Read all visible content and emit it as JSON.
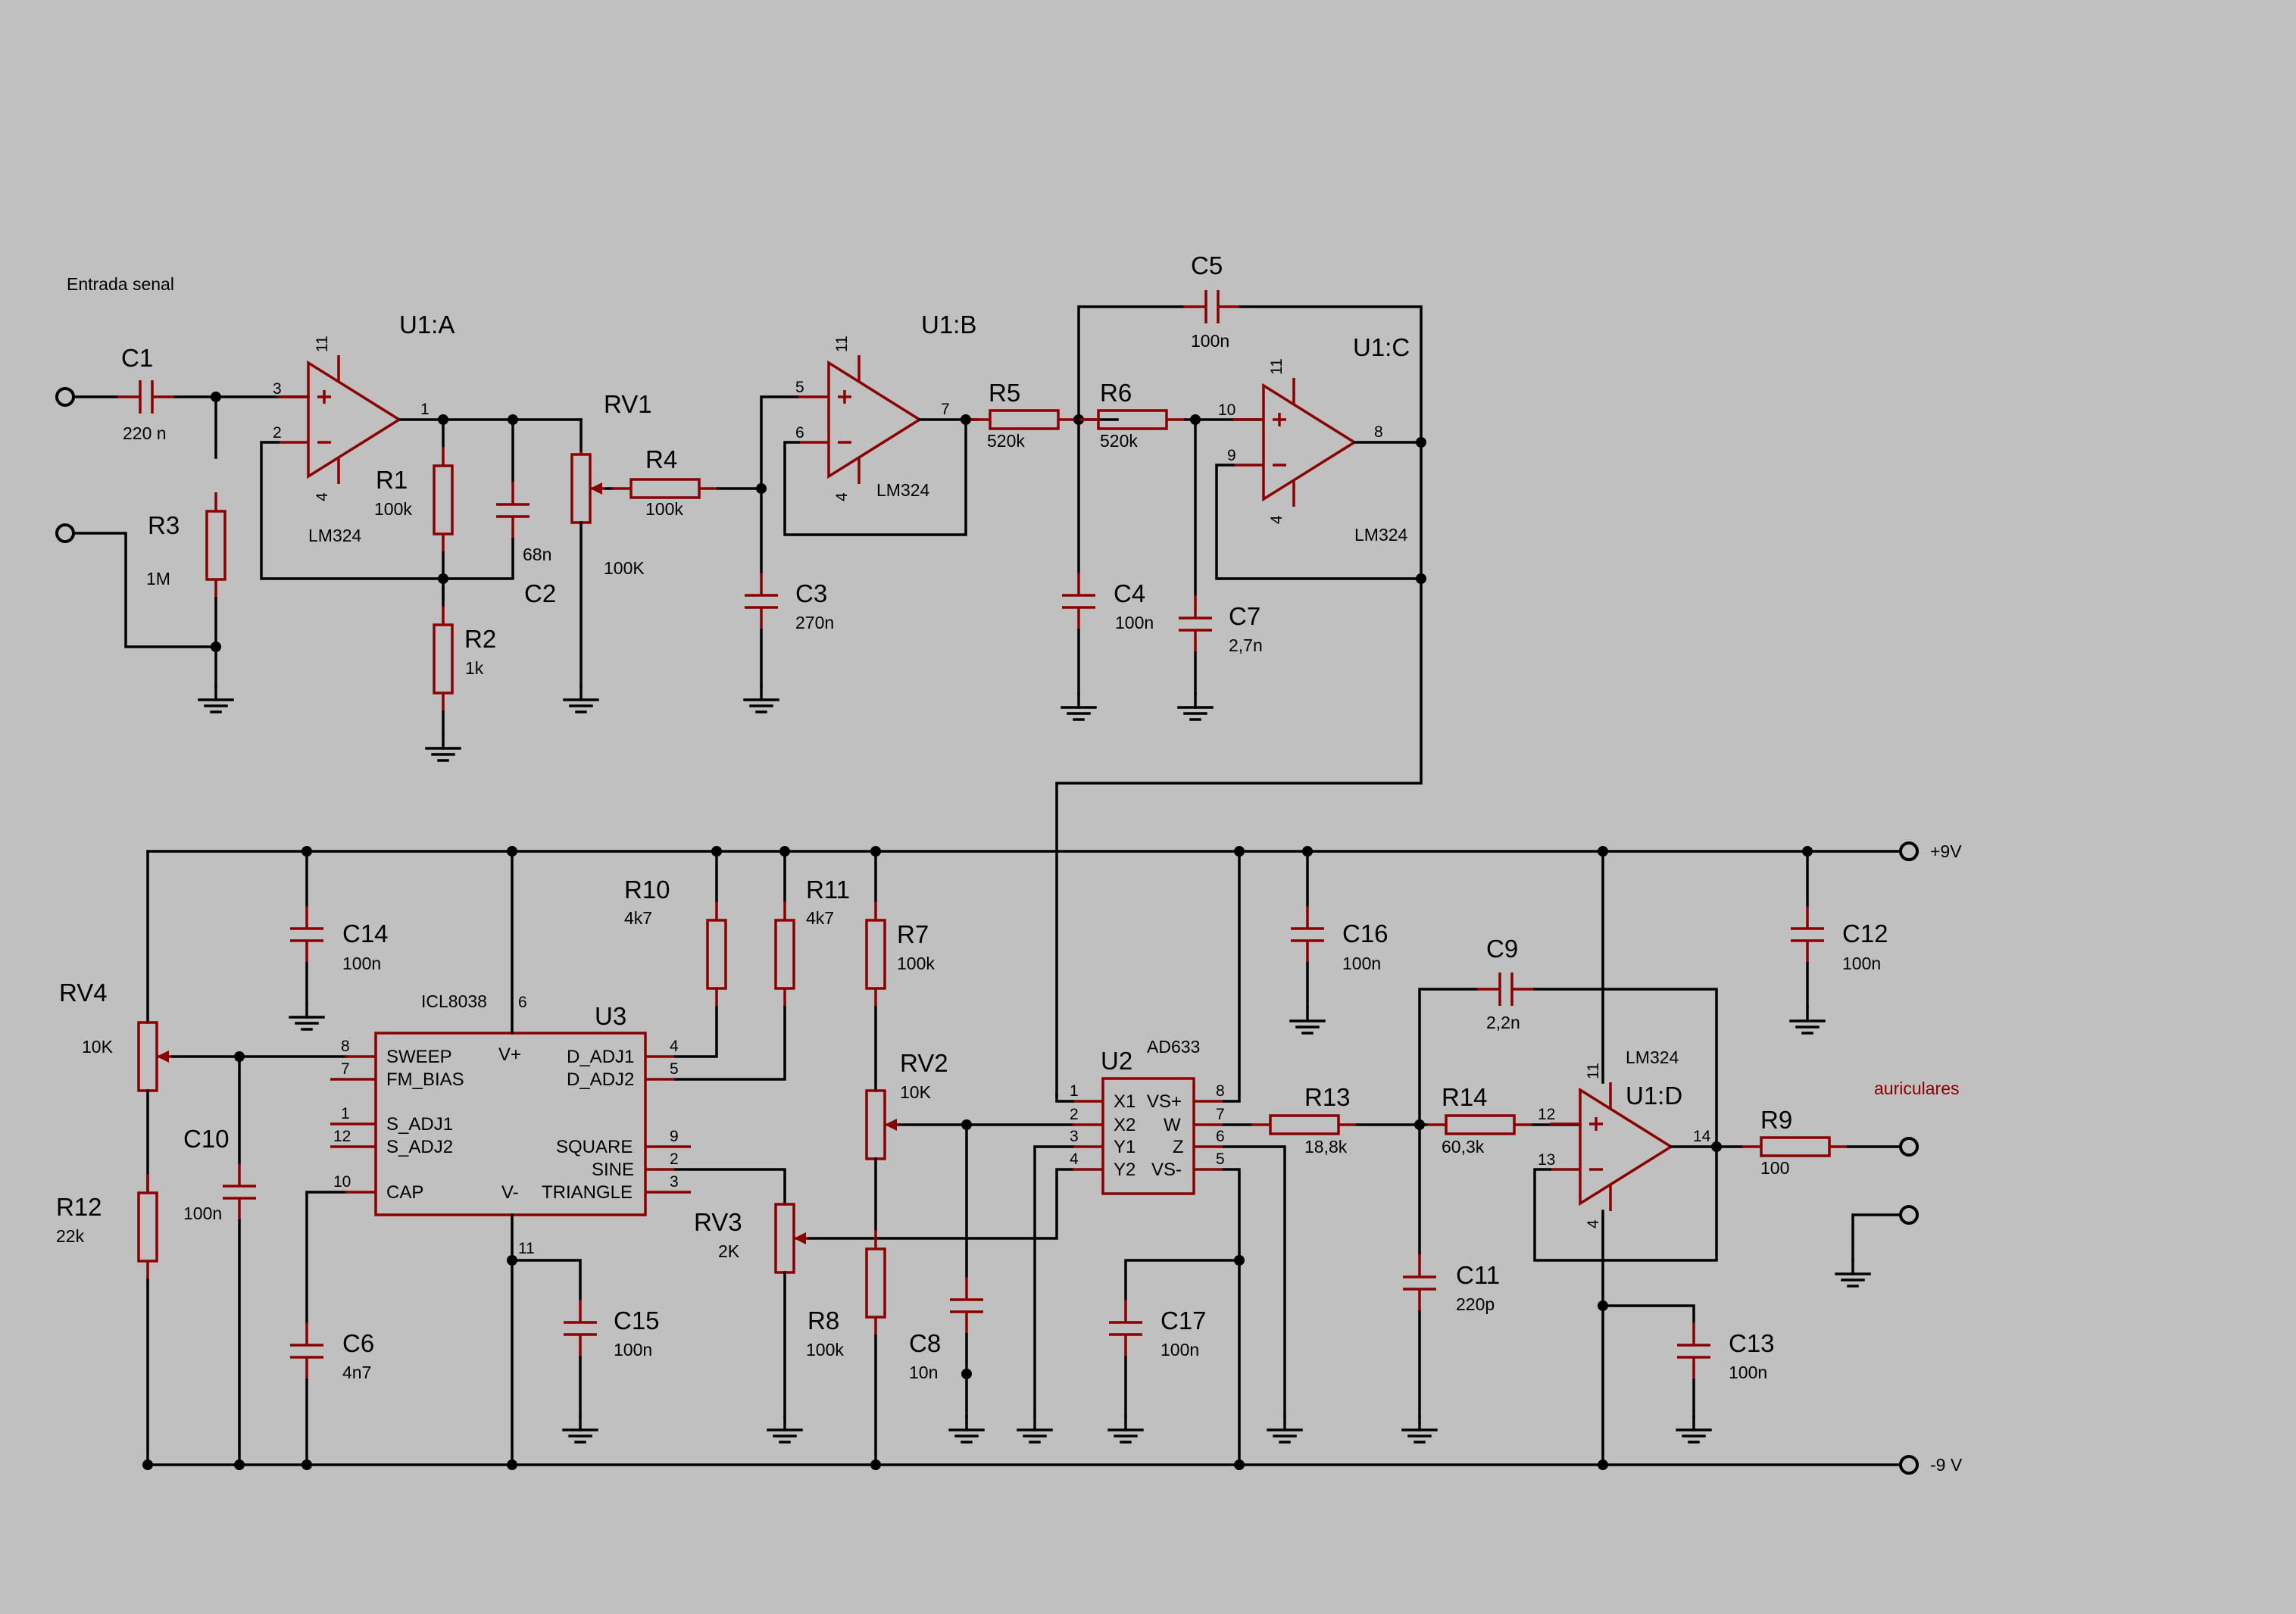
{
  "labels": {
    "input": "Entrada senal",
    "headphones": "auriculares",
    "vplus": "+9V",
    "vminus": "-9 V"
  },
  "opamps": {
    "u1a": {
      "ref": "U1:A",
      "part": "LM324",
      "pin_plus": "3",
      "pin_minus": "2",
      "pin_out": "1",
      "pin_vp": "11",
      "pin_vn": "4"
    },
    "u1b": {
      "ref": "U1:B",
      "part": "LM324",
      "pin_plus": "5",
      "pin_minus": "6",
      "pin_out": "7",
      "pin_vp": "11",
      "pin_vn": "4"
    },
    "u1c": {
      "ref": "U1:C",
      "part": "LM324",
      "pin_plus": "10",
      "pin_minus": "9",
      "pin_out": "8",
      "pin_vp": "11",
      "pin_vn": "4"
    },
    "u1d": {
      "ref": "U1:D",
      "part": "LM324",
      "pin_plus": "12",
      "pin_minus": "13",
      "pin_out": "14",
      "pin_vp": "11",
      "pin_vn": "4"
    }
  },
  "resistors": {
    "r1": {
      "ref": "R1",
      "value": "100k"
    },
    "r2": {
      "ref": "R2",
      "value": "1k"
    },
    "r3": {
      "ref": "R3",
      "value": "1M"
    },
    "r4": {
      "ref": "R4",
      "value": "100k"
    },
    "r5": {
      "ref": "R5",
      "value": "520k"
    },
    "r6": {
      "ref": "R6",
      "value": "520k"
    },
    "r7": {
      "ref": "R7",
      "value": "100k"
    },
    "r8": {
      "ref": "R8",
      "value": "100k"
    },
    "r9": {
      "ref": "R9",
      "value": "100"
    },
    "r10": {
      "ref": "R10",
      "value": "4k7"
    },
    "r11": {
      "ref": "R11",
      "value": "4k7"
    },
    "r12": {
      "ref": "R12",
      "value": "22k"
    },
    "r13": {
      "ref": "R13",
      "value": "18,8k"
    },
    "r14": {
      "ref": "R14",
      "value": "60,3k"
    }
  },
  "pots": {
    "rv1": {
      "ref": "RV1",
      "value": "100K"
    },
    "rv2": {
      "ref": "RV2",
      "value": "10K"
    },
    "rv3": {
      "ref": "RV3",
      "value": "2K"
    },
    "rv4": {
      "ref": "RV4",
      "value": "10K"
    }
  },
  "capacitors": {
    "c1": {
      "ref": "C1",
      "value": "220 n"
    },
    "c2": {
      "ref": "C2",
      "value": "68n"
    },
    "c3": {
      "ref": "C3",
      "value": "270n"
    },
    "c4": {
      "ref": "C4",
      "value": "100n"
    },
    "c5": {
      "ref": "C5",
      "value": "100n"
    },
    "c6": {
      "ref": "C6",
      "value": "4n7"
    },
    "c7": {
      "ref": "C7",
      "value": "2,7n"
    },
    "c8": {
      "ref": "C8",
      "value": "10n"
    },
    "c9": {
      "ref": "C9",
      "value": "2,2n"
    },
    "c10": {
      "ref": "C10",
      "value": "100n"
    },
    "c11": {
      "ref": "C11",
      "value": "220p"
    },
    "c12": {
      "ref": "C12",
      "value": "100n"
    },
    "c13": {
      "ref": "C13",
      "value": "100n"
    },
    "c14": {
      "ref": "C14",
      "value": "100n"
    },
    "c15": {
      "ref": "C15",
      "value": "100n"
    },
    "c16": {
      "ref": "C16",
      "value": "100n"
    },
    "c17": {
      "ref": "C17",
      "value": "100n"
    }
  },
  "u3": {
    "ref": "U3",
    "part": "ICL8038",
    "pin_sweep": "8",
    "pin_fmbias": "7",
    "pin_sadj1": "1",
    "pin_sadj2": "12",
    "pin_cap": "10",
    "pin_vp": "6",
    "pin_vn": "11",
    "pin_dadj1": "4",
    "pin_dadj2": "5",
    "pin_square": "9",
    "pin_sine": "2",
    "pin_triangle": "3",
    "sweep": "SWEEP",
    "fm_bias": "FM_BIAS",
    "s_adj1": "S_ADJ1",
    "s_adj2": "S_ADJ2",
    "cap": "CAP",
    "vp": "V+",
    "vn": "V-",
    "d_adj1": "D_ADJ1",
    "d_adj2": "D_ADJ2",
    "square": "SQUARE",
    "sine": "SINE",
    "triangle": "TRIANGLE"
  },
  "u2": {
    "ref": "U2",
    "part": "AD633",
    "pin_x1": "1",
    "pin_x2": "2",
    "pin_y1": "3",
    "pin_y2": "4",
    "pin_vsp": "8",
    "pin_w": "7",
    "pin_z": "6",
    "pin_vsn": "5",
    "x1": "X1",
    "x2": "X2",
    "y1": "Y1",
    "y2": "Y2",
    "vsp": "VS+",
    "w": "W",
    "z": "Z",
    "vsn": "VS-"
  },
  "colors": {
    "component": "#8b0000",
    "wire": "#000000",
    "background": "#c0c0c0"
  }
}
